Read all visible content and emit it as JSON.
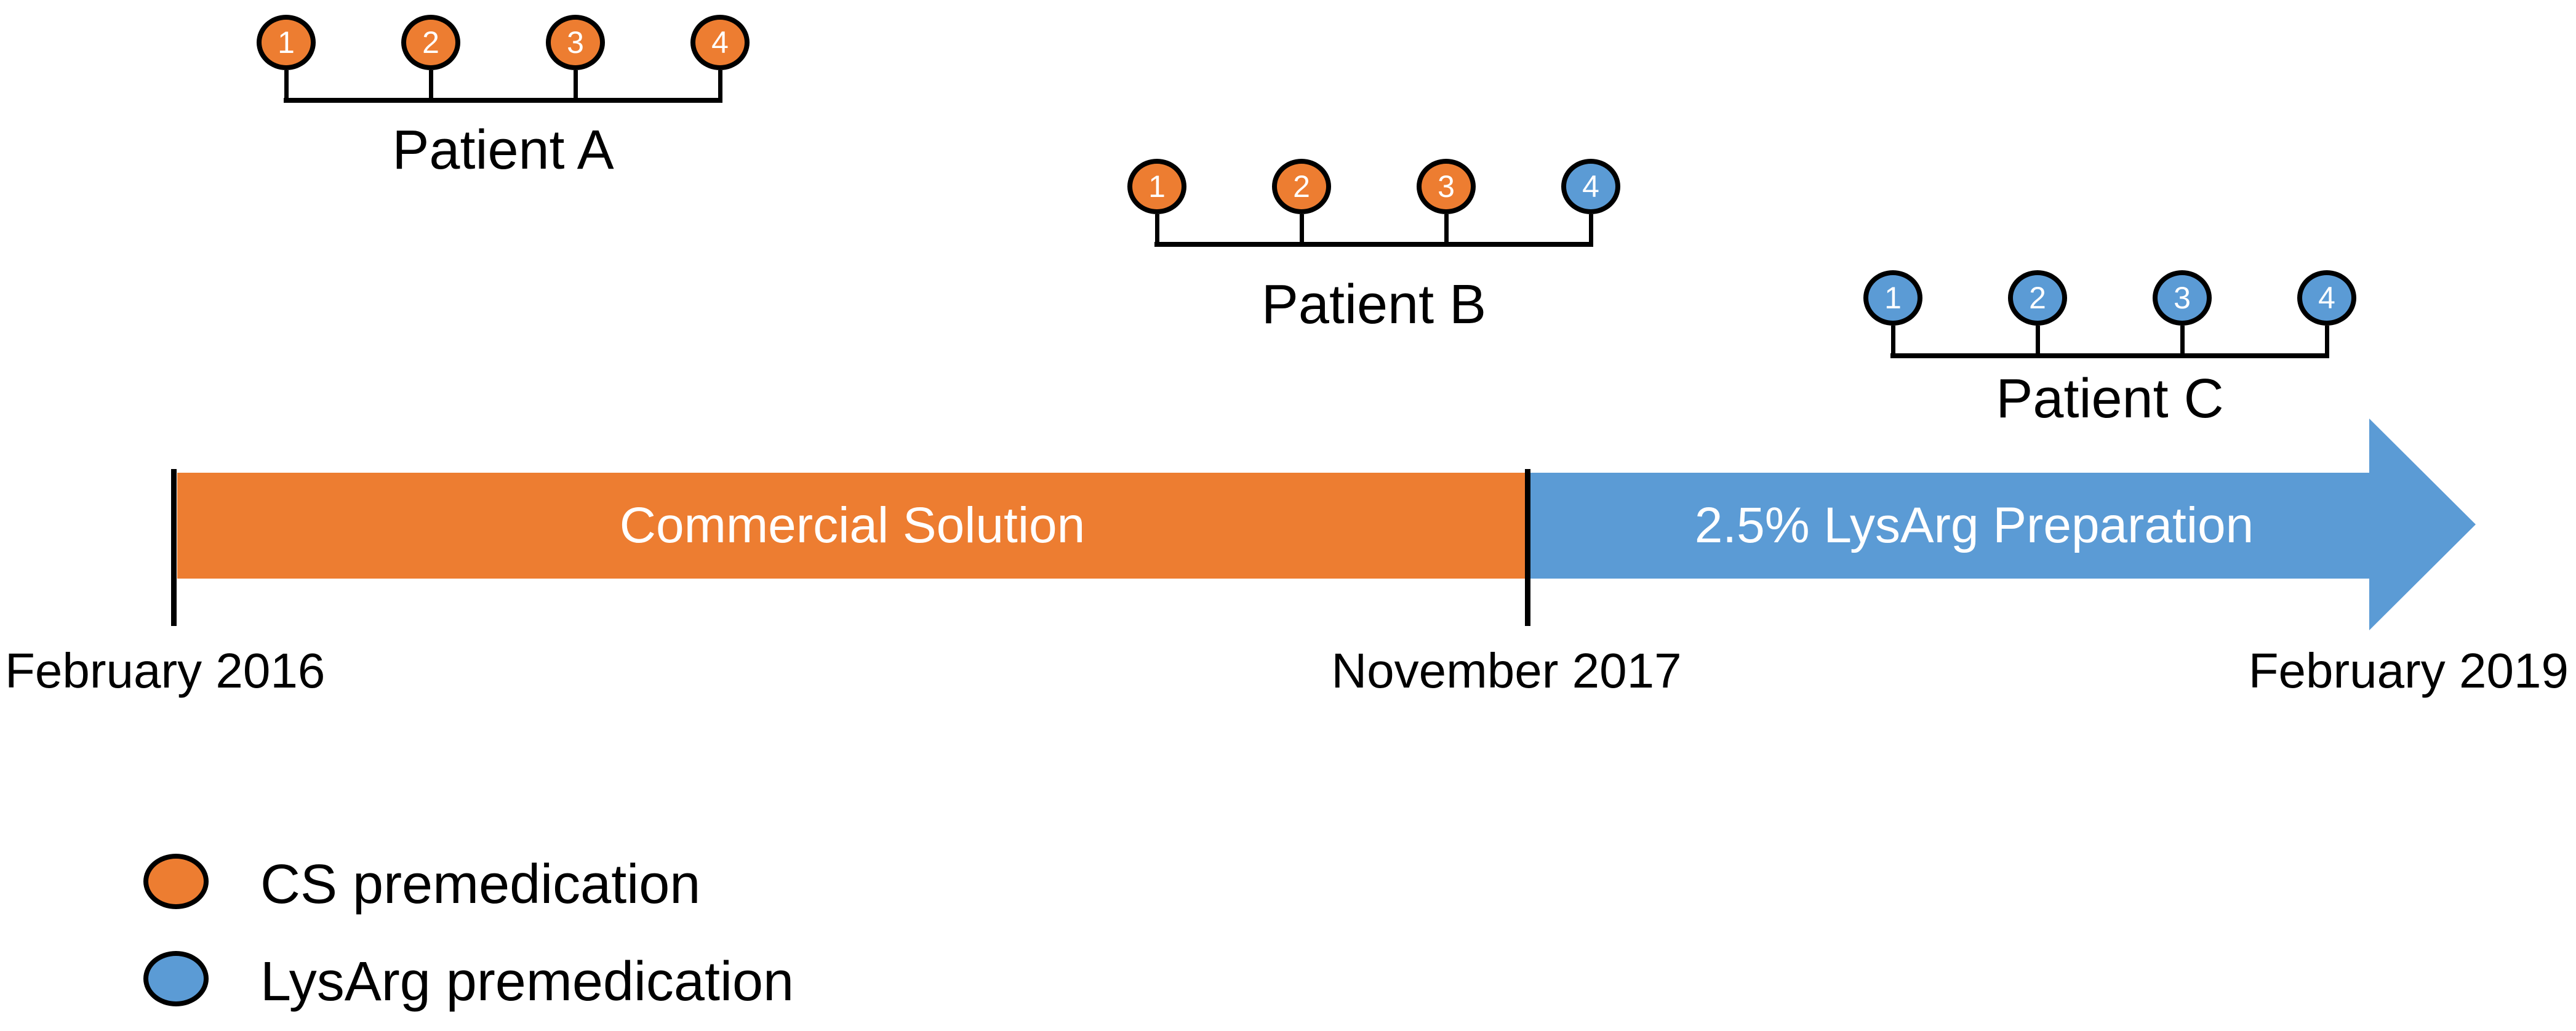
{
  "colors": {
    "cs": "#ED7D31",
    "lysarg": "#5B9BD5",
    "outline": "#000000",
    "text": "#000000",
    "bar_label_text": "#FFFFFF",
    "background": "#FFFFFF"
  },
  "timeline": {
    "segments": [
      {
        "id": "commercial-solution",
        "label": "Commercial Solution",
        "start": "February 2016",
        "end": "November 2017",
        "color": "cs"
      },
      {
        "id": "lysarg-preparation",
        "label": "2.5% LysArg Preparation",
        "start": "November 2017",
        "end": "February 2019",
        "color": "lysarg"
      }
    ],
    "milestones": [
      "February 2016",
      "November 2017",
      "February 2019"
    ]
  },
  "patients": [
    {
      "name": "Patient A",
      "premedications": [
        {
          "number": "1",
          "type": "cs"
        },
        {
          "number": "2",
          "type": "cs"
        },
        {
          "number": "3",
          "type": "cs"
        },
        {
          "number": "4",
          "type": "cs"
        }
      ]
    },
    {
      "name": "Patient B",
      "premedications": [
        {
          "number": "1",
          "type": "cs"
        },
        {
          "number": "2",
          "type": "cs"
        },
        {
          "number": "3",
          "type": "cs"
        },
        {
          "number": "4",
          "type": "lysarg"
        }
      ]
    },
    {
      "name": "Patient C",
      "premedications": [
        {
          "number": "1",
          "type": "lysarg"
        },
        {
          "number": "2",
          "type": "lysarg"
        },
        {
          "number": "3",
          "type": "lysarg"
        },
        {
          "number": "4",
          "type": "lysarg"
        }
      ]
    }
  ],
  "legend": [
    {
      "type": "cs",
      "label": "CS premedication"
    },
    {
      "type": "lysarg",
      "label": "LysArg premedication"
    }
  ]
}
